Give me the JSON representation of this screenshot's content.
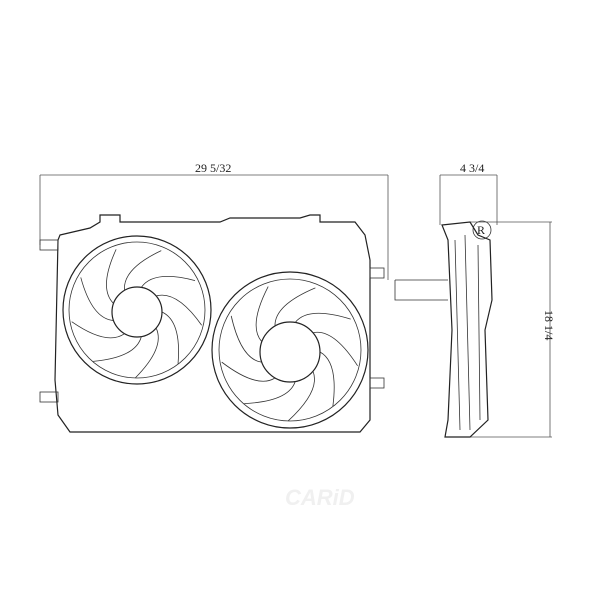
{
  "dimensions": {
    "width": "29 5/32",
    "depth": "4 3/4",
    "height": "18 1/4"
  },
  "watermark": "CARiD",
  "registered_mark": "R"
}
